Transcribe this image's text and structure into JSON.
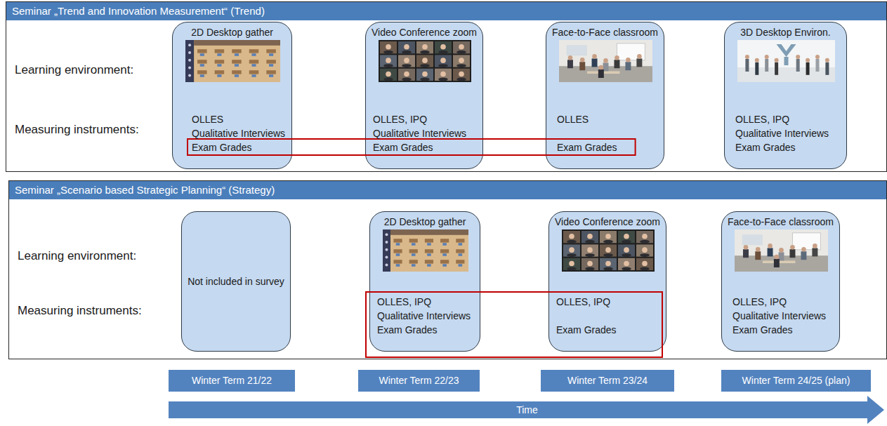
{
  "diagram": {
    "nodes": [
      {
        "text": [
          "Seminar „Trend and Innovation Measurement“ (Trend)",
          "Learning environment:",
          "Measuring instruments:"
        ]
      },
      {
        "text": [
          "2D Desktop gather",
          "OLLES",
          "Qualitative Interviews",
          "Exam Grades"
        ],
        "in": 0
      },
      {
        "text": [
          "Video Conference zoom",
          "OLLES, IPQ",
          "Qualitative Interviews",
          "Exam Grades"
        ],
        "in": 0
      },
      {
        "text": [
          "Face-to-Face classroom",
          "OLLES",
          "Exam Grades"
        ],
        "in": 0
      },
      {
        "text": [
          "3D Desktop Environ.",
          "OLLES, IPQ",
          "Qualitative Interviews",
          "Exam Grades"
        ],
        "in": 0
      },
      {
        "text": [
          "Seminar „Scenario based Strategic Planning“ (Strategy)",
          "Learning environment:",
          "Measuring instruments:"
        ]
      },
      {
        "text": [
          "Not included in survey"
        ],
        "in": 5
      },
      {
        "text": [
          "2D Desktop gather",
          "OLLES, IPQ",
          "Qualitative Interviews",
          "Exam Grades"
        ],
        "in": 5
      },
      {
        "text": [
          "Video Conference zoom",
          "OLLES, IPQ",
          "Exam Grades"
        ],
        "in": 5
      },
      {
        "text": [
          "Face-to-Face classroom",
          "OLLES, IPQ",
          "Qualitative Interviews",
          "Exam Grades"
        ],
        "in": 5
      },
      {
        "text": [
          "Winter Term 21/22"
        ]
      },
      {
        "text": [
          "Winter Term 22/23"
        ]
      },
      {
        "text": [
          "Winter Term 23/24"
        ]
      },
      {
        "text": [
          "Winter Term 24/25 (plan)"
        ]
      },
      {
        "text": [
          "Time"
        ]
      }
    ]
  }
}
